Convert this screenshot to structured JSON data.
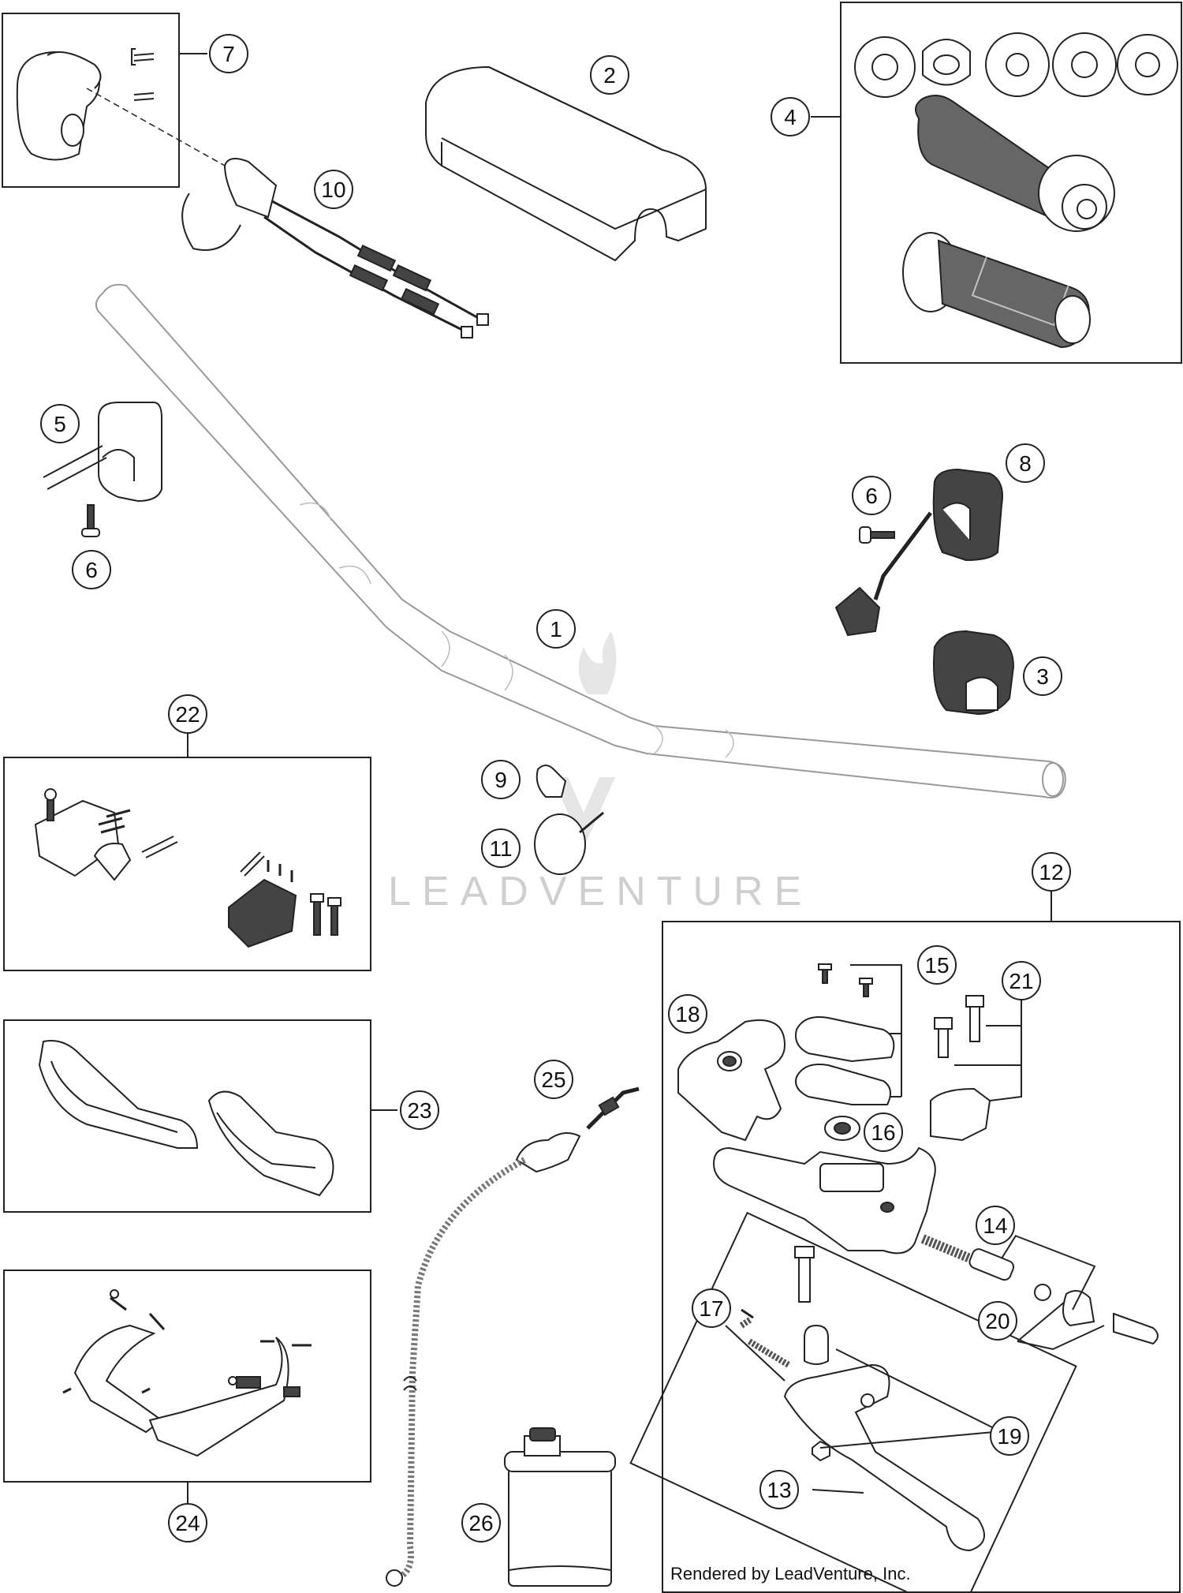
{
  "callouts": [
    "1",
    "2",
    "3",
    "4",
    "5",
    "6",
    "6",
    "7",
    "8",
    "9",
    "10",
    "11",
    "12",
    "13",
    "14",
    "15",
    "16",
    "17",
    "18",
    "19",
    "20",
    "21",
    "22",
    "23",
    "24",
    "25",
    "26"
  ],
  "watermark": "LEADVENTURE",
  "credit": "Rendered by LeadVenture, Inc."
}
